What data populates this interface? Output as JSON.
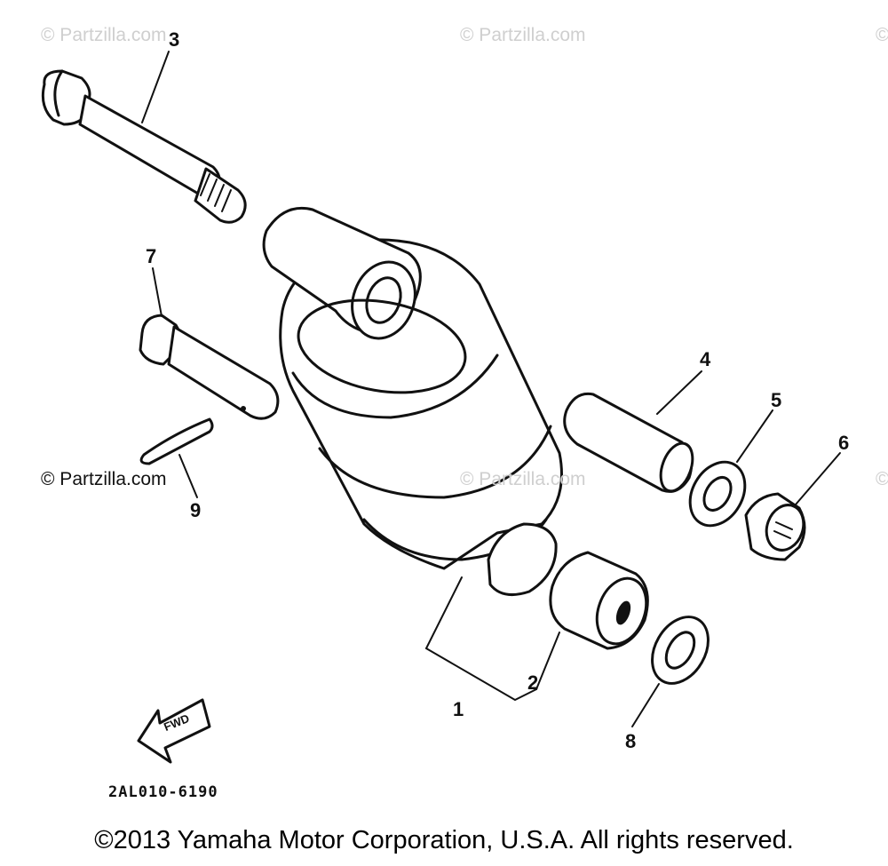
{
  "watermarks": {
    "top_left": "© Partzilla.com",
    "top_center": "© Partzilla.com",
    "top_right": "©",
    "mid_left": "© Partzilla.com",
    "mid_center": "© Partzilla.com",
    "mid_right": "©"
  },
  "callouts": {
    "c1": "1",
    "c2": "2",
    "c3": "3",
    "c4": "4",
    "c5": "5",
    "c6": "6",
    "c7": "7",
    "c8": "8",
    "c9": "9"
  },
  "arrow_label": "FWD",
  "diagram_code": "2AL010-6190",
  "copyright": "©2013 Yamaha Motor Corporation, U.S.A. All rights reserved."
}
